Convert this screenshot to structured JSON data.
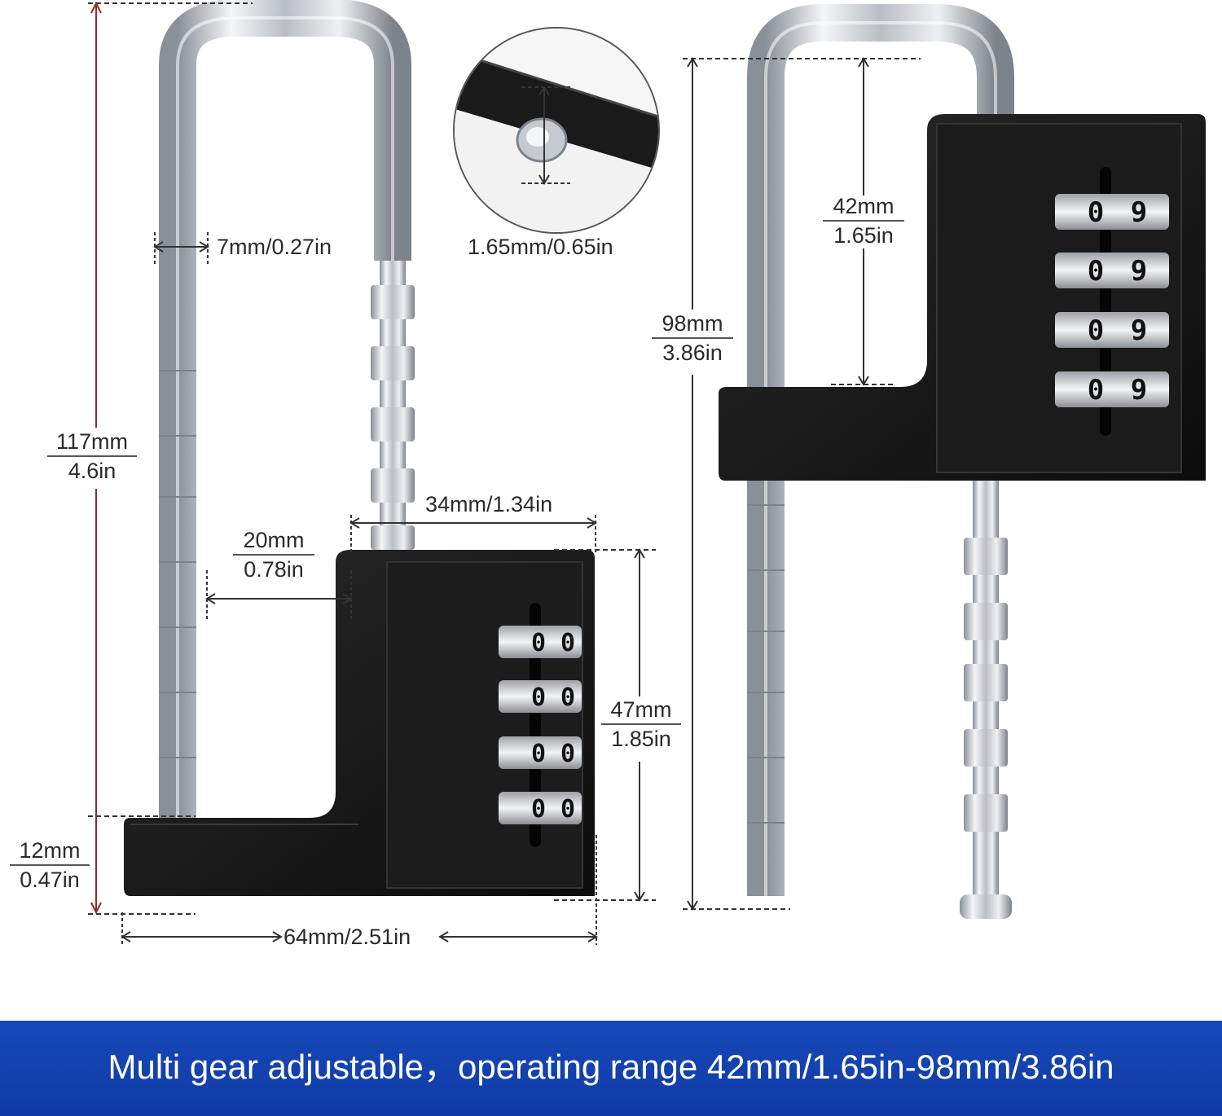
{
  "colors": {
    "banner_background": "#1242b0",
    "banner_text": "#ffffff",
    "lock_body": "#151515",
    "shackle_metal": "#c9ced4",
    "height_arrow": "#8e2a2a",
    "dimension_line": "#333333"
  },
  "left_lock": {
    "height_mm": "117mm",
    "height_in": "4.6in",
    "shackle_diameter": "7mm/0.27in",
    "inner_width_mm": "20mm",
    "inner_width_in": "0.78in",
    "body_width": "34mm/1.34in",
    "body_height_mm": "47mm",
    "body_height_in": "1.85in",
    "base_height_mm": "12mm",
    "base_height_in": "0.47in",
    "total_width": "64mm/2.51in",
    "dial_digits": [
      "0",
      "0"
    ]
  },
  "detail_inset": {
    "label": "1.65mm/0.65in"
  },
  "right_lock": {
    "min_range_mm": "42mm",
    "min_range_in": "1.65in",
    "max_range_mm": "98mm",
    "max_range_in": "3.86in",
    "dial_digits": [
      "0",
      "9"
    ]
  },
  "banner": {
    "text": "Multi gear adjustable，operating range 42mm/1.65in-98mm/3.86in"
  }
}
